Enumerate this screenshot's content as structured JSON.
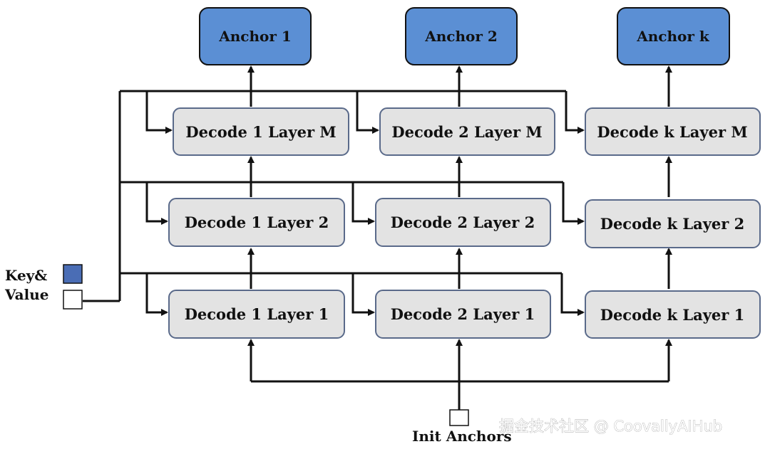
{
  "anchors": [
    {
      "label": "Anchor 1"
    },
    {
      "label": "Anchor 2"
    },
    {
      "label": "Anchor k"
    }
  ],
  "decoders": {
    "layer_m": [
      "Decode 1 Layer M",
      "Decode 2 Layer M",
      "Decode k Layer M"
    ],
    "layer_2": [
      "Decode 1 Layer 2",
      "Decode 2 Layer 2",
      "Decode k Layer 2"
    ],
    "layer_1": [
      "Decode 1 Layer 1",
      "Decode 2 Layer 1",
      "Decode k Layer 1"
    ]
  },
  "legend": {
    "key_label": "Key&",
    "value_label": "Value"
  },
  "init_anchors_label": "Init Anchors",
  "watermark": "掘金技术社区 @ CoovallyAIHub",
  "colors": {
    "anchor_fill": "#5b8fd4",
    "decoder_fill": "#e3e3e3",
    "key_fill": "#4a6db5",
    "value_fill": "#ffffff",
    "line": "#111111"
  }
}
